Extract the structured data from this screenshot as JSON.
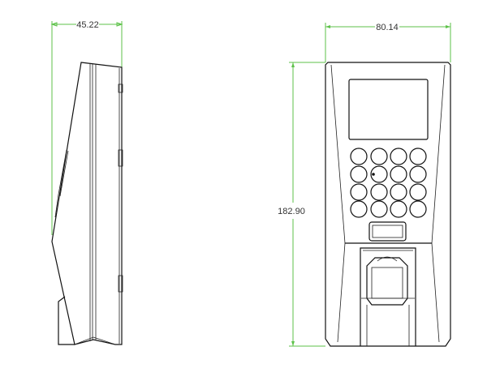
{
  "title": "Fingerprint terminal dimension drawing",
  "side_view": {
    "width_label": "45.22"
  },
  "front_view": {
    "width_label": "80.14",
    "height_label": "182.90"
  },
  "keypad": {
    "rows": 4,
    "cols": 4
  },
  "colors": {
    "dimension": "#5ec24a",
    "outline": "#111111"
  }
}
